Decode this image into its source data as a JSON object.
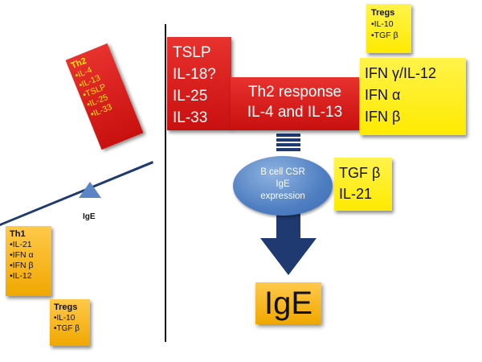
{
  "left": {
    "th2": {
      "title": "Th2",
      "items": [
        "•IL-4",
        "•IL-13",
        "•TSLP",
        "•IL-25",
        "•IL-33"
      ]
    },
    "th1": {
      "title": "Th1",
      "items": [
        "•IL-21",
        "•IFN α",
        "•IFN β",
        "•IL-12"
      ]
    },
    "tregs": {
      "title": "Tregs",
      "items": [
        "•IL-10",
        "•TGF β"
      ]
    },
    "fulcrum_label": "IgE"
  },
  "right": {
    "cytokines": [
      "TSLP",
      "IL-18?",
      "IL-25",
      "IL-33"
    ],
    "th2_response": [
      "Th2 response",
      "IL-4 and IL-13"
    ],
    "tregs": {
      "title": "Tregs",
      "items": [
        "•IL-10",
        "•TGF β"
      ]
    },
    "ifn": [
      "IFN γ/IL-12",
      "IFN α",
      "IFN β"
    ],
    "tgf": [
      "TGF β",
      "IL-21"
    ],
    "bcell": [
      "B cell CSR",
      "IgE",
      "expression"
    ],
    "ige": "IgE"
  },
  "colors": {
    "red": "#d41f1c",
    "yellow": "#ffea00",
    "orange": "#f5b31a",
    "blue": "#4f7fc2",
    "navy": "#1f3a70"
  }
}
